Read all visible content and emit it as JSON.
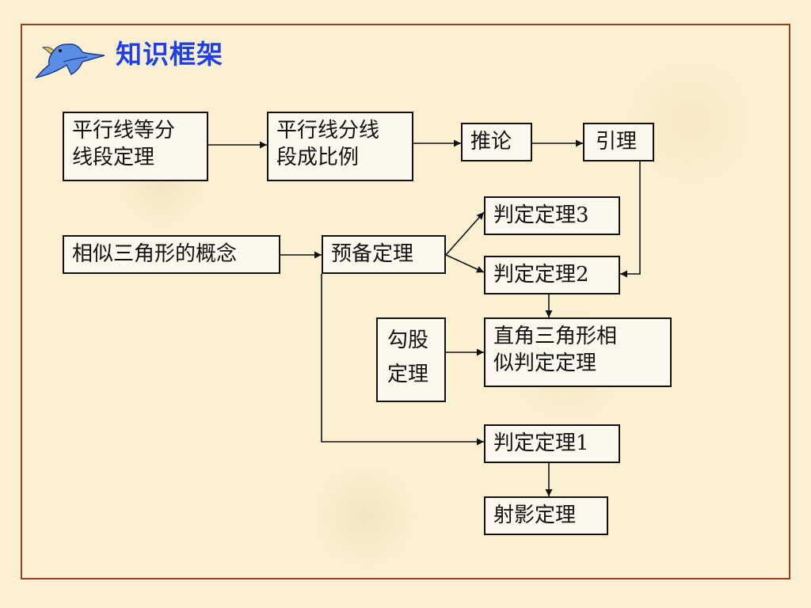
{
  "slide": {
    "title": "知识框架",
    "icon": "bird-icon"
  },
  "diagram": {
    "nodes": {
      "parallel_equal": [
        "平行线等分",
        "线段定理"
      ],
      "parallel_proportion": [
        "平行线分线",
        "段成比例"
      ],
      "corollary": "推论",
      "lemma": "引理",
      "similar_concept": "相似三角形的概念",
      "preliminary": "预备定理",
      "criterion3": "判定定理3",
      "criterion2": "判定定理2",
      "pythagorean": [
        "勾股",
        "定理"
      ],
      "right_triangle": [
        "直角三角形相",
        "似判定定理"
      ],
      "criterion1": "判定定理1",
      "projection": "射影定理"
    },
    "edges": [
      [
        "parallel_equal",
        "parallel_proportion"
      ],
      [
        "parallel_proportion",
        "corollary"
      ],
      [
        "corollary",
        "lemma"
      ],
      [
        "lemma",
        "criterion2"
      ],
      [
        "similar_concept",
        "preliminary"
      ],
      [
        "preliminary",
        "criterion3"
      ],
      [
        "preliminary",
        "criterion2"
      ],
      [
        "preliminary",
        "criterion1"
      ],
      [
        "criterion2",
        "right_triangle"
      ],
      [
        "pythagorean",
        "right_triangle"
      ],
      [
        "criterion1",
        "projection"
      ]
    ]
  },
  "colors": {
    "title": "#1f3fe8",
    "frame": "#9b3b22",
    "bird_body": "#5a8ee6",
    "background": "#fbf0d2"
  }
}
